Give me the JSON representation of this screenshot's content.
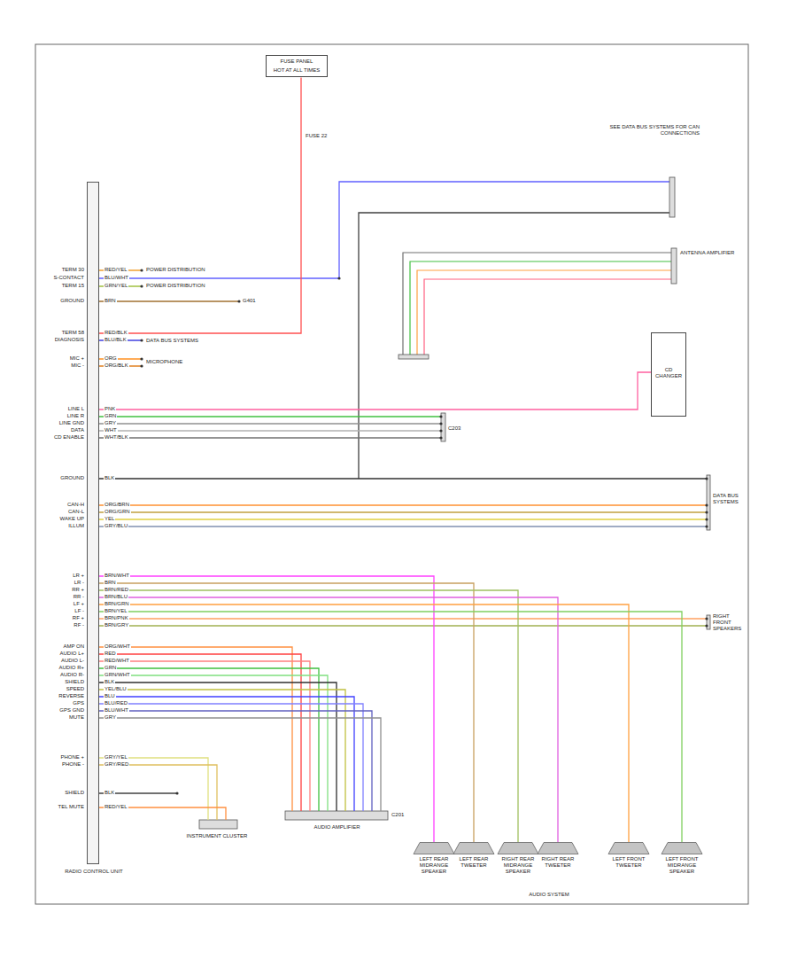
{
  "diagram": {
    "nodes": [
      {
        "text": [
          "RADIO CONTROL UNIT"
        ]
      },
      {
        "text": [
          "FUSE PANEL",
          "HOT AT ALL TIMES"
        ]
      },
      {
        "text": [
          "CD CHANGER"
        ]
      },
      {
        "text": [
          "LEFT REAR MIDRANGE SPEAKER"
        ]
      },
      {
        "text": [
          "LEFT REAR TWEETER"
        ]
      },
      {
        "text": [
          "RIGHT REAR MIDRANGE SPEAKER"
        ]
      },
      {
        "text": [
          "RIGHT REAR TWEETER"
        ]
      },
      {
        "text": [
          "LEFT FRONT TWEETER"
        ]
      },
      {
        "text": [
          "LEFT FRONT MIDRANGE SPEAKER"
        ]
      }
    ],
    "edges": [
      {
        "from": 0,
        "to": 1,
        "arrow": "none"
      },
      {
        "from": 0,
        "to": 2,
        "arrow": "none"
      },
      {
        "from": 0,
        "to": 3,
        "arrow": "none"
      },
      {
        "from": 0,
        "to": 4,
        "arrow": "none"
      },
      {
        "from": 0,
        "to": 5,
        "arrow": "none"
      },
      {
        "from": 0,
        "to": 6,
        "arrow": "none"
      },
      {
        "from": 0,
        "to": 7,
        "arrow": "none"
      },
      {
        "from": 0,
        "to": 8,
        "arrow": "none"
      }
    ],
    "labels": [
      "TERM 30",
      "S-CONTACT",
      "TERM 15",
      "GROUND",
      "TERM 58",
      "DIAGNOSIS",
      "MIC +",
      "MIC -",
      "LINE L",
      "LINE R",
      "LINE GND",
      "DATA",
      "CD ENABLE",
      "GROUND",
      "CAN-H",
      "CAN-L",
      "WAKE UP",
      "ILLUM",
      "LR +",
      "LR -",
      "RR +",
      "RR -",
      "LF +",
      "LF -",
      "RF +",
      "RF -",
      "AMP ON",
      "AUDIO L+",
      "AUDIO L-",
      "AUDIO R+",
      "AUDIO R-",
      "SHIELD",
      "SPEED",
      "REVERSE",
      "GPS",
      "GPS GND",
      "MUTE",
      "PHONE +",
      "PHONE -",
      "SHIELD",
      "TEL MUTE",
      "RED/YEL",
      "BLU/WHT",
      "GRN/YEL",
      "BRN",
      "RED/BLK",
      "BLU/BLK",
      "ORG",
      "ORG/BLK",
      "PNK",
      "GRN",
      "GRY",
      "WHT",
      "WHT/BLK",
      "BLK",
      "ORG/BRN",
      "ORG/GRN",
      "YEL",
      "GRY/BLU",
      "BRN/WHT",
      "BRN",
      "BRN/RED",
      "BRN/BLU",
      "BRN/GRN",
      "BRN/YEL",
      "BRN/PNK",
      "BRN/GRY",
      "ORG/WHT",
      "RED",
      "RED/WHT",
      "GRN",
      "GRN/WHT",
      "BLK",
      "YEL/BLU",
      "BLU",
      "BLU/RED",
      "BLU/WHT",
      "GRY",
      "GRY/YEL",
      "GRY/RED",
      "BLK",
      "RED/YEL",
      "POWER DISTRIBUTION",
      "POWER DISTRIBUTION",
      "G401",
      "DATA BUS SYSTEMS",
      "MICROPHONE",
      "SEE DATA BUS SYSTEMS FOR CAN CONNECTIONS",
      "ANTENNA AMPLIFIER",
      "C203",
      "RIGHT FRONT SPEAKERS",
      "DATA BUS SYSTEMS",
      "INSTRUMENT CLUSTER",
      "AUDIO AMPLIFIER",
      "AUDIO SYSTEM",
      "C201",
      "FUSE 22"
    ]
  }
}
